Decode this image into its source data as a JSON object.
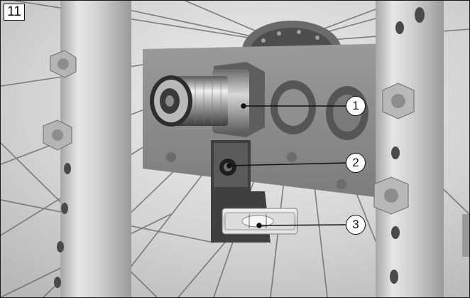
{
  "figure": {
    "number": "11",
    "callouts": [
      {
        "label": "1",
        "part": "quick-release-axle"
      },
      {
        "label": "2",
        "part": "adjustment-screw"
      },
      {
        "label": "3",
        "part": "spirit-level"
      }
    ]
  },
  "colors": {
    "frame_tube": "#c8c8c8",
    "plate": "#8a8a8a",
    "background": "#d6d6d6",
    "callout_fill": "#ffffff",
    "callout_stroke": "#111111"
  }
}
